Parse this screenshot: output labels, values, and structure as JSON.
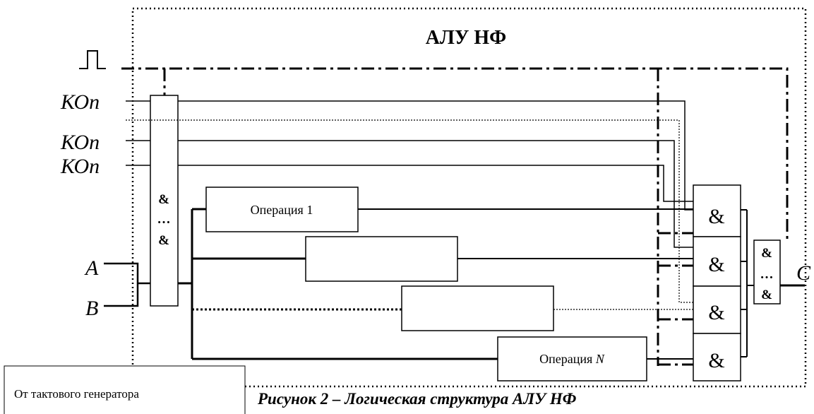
{
  "title": "АЛУ НФ",
  "inputs": {
    "clock_symbol": "⎍",
    "kop_labels": [
      "КОп",
      "КОп",
      "КОп"
    ],
    "a_label": "А",
    "b_label": "В"
  },
  "gate_column": {
    "top": "&",
    "dots": "…",
    "bottom": "&"
  },
  "operations": {
    "op1": "Операция 1",
    "op2": "",
    "op3": "",
    "opN_prefix": "Операция ",
    "opN_var": "N"
  },
  "output_gates": [
    "&",
    "&",
    "&",
    "&"
  ],
  "final_gate": {
    "top": "&",
    "dots": "…",
    "bottom": "&"
  },
  "output_label": "С",
  "note_box": "От тактового генератора",
  "caption": "Рисунок 2 – Логическая структура АЛУ НФ"
}
